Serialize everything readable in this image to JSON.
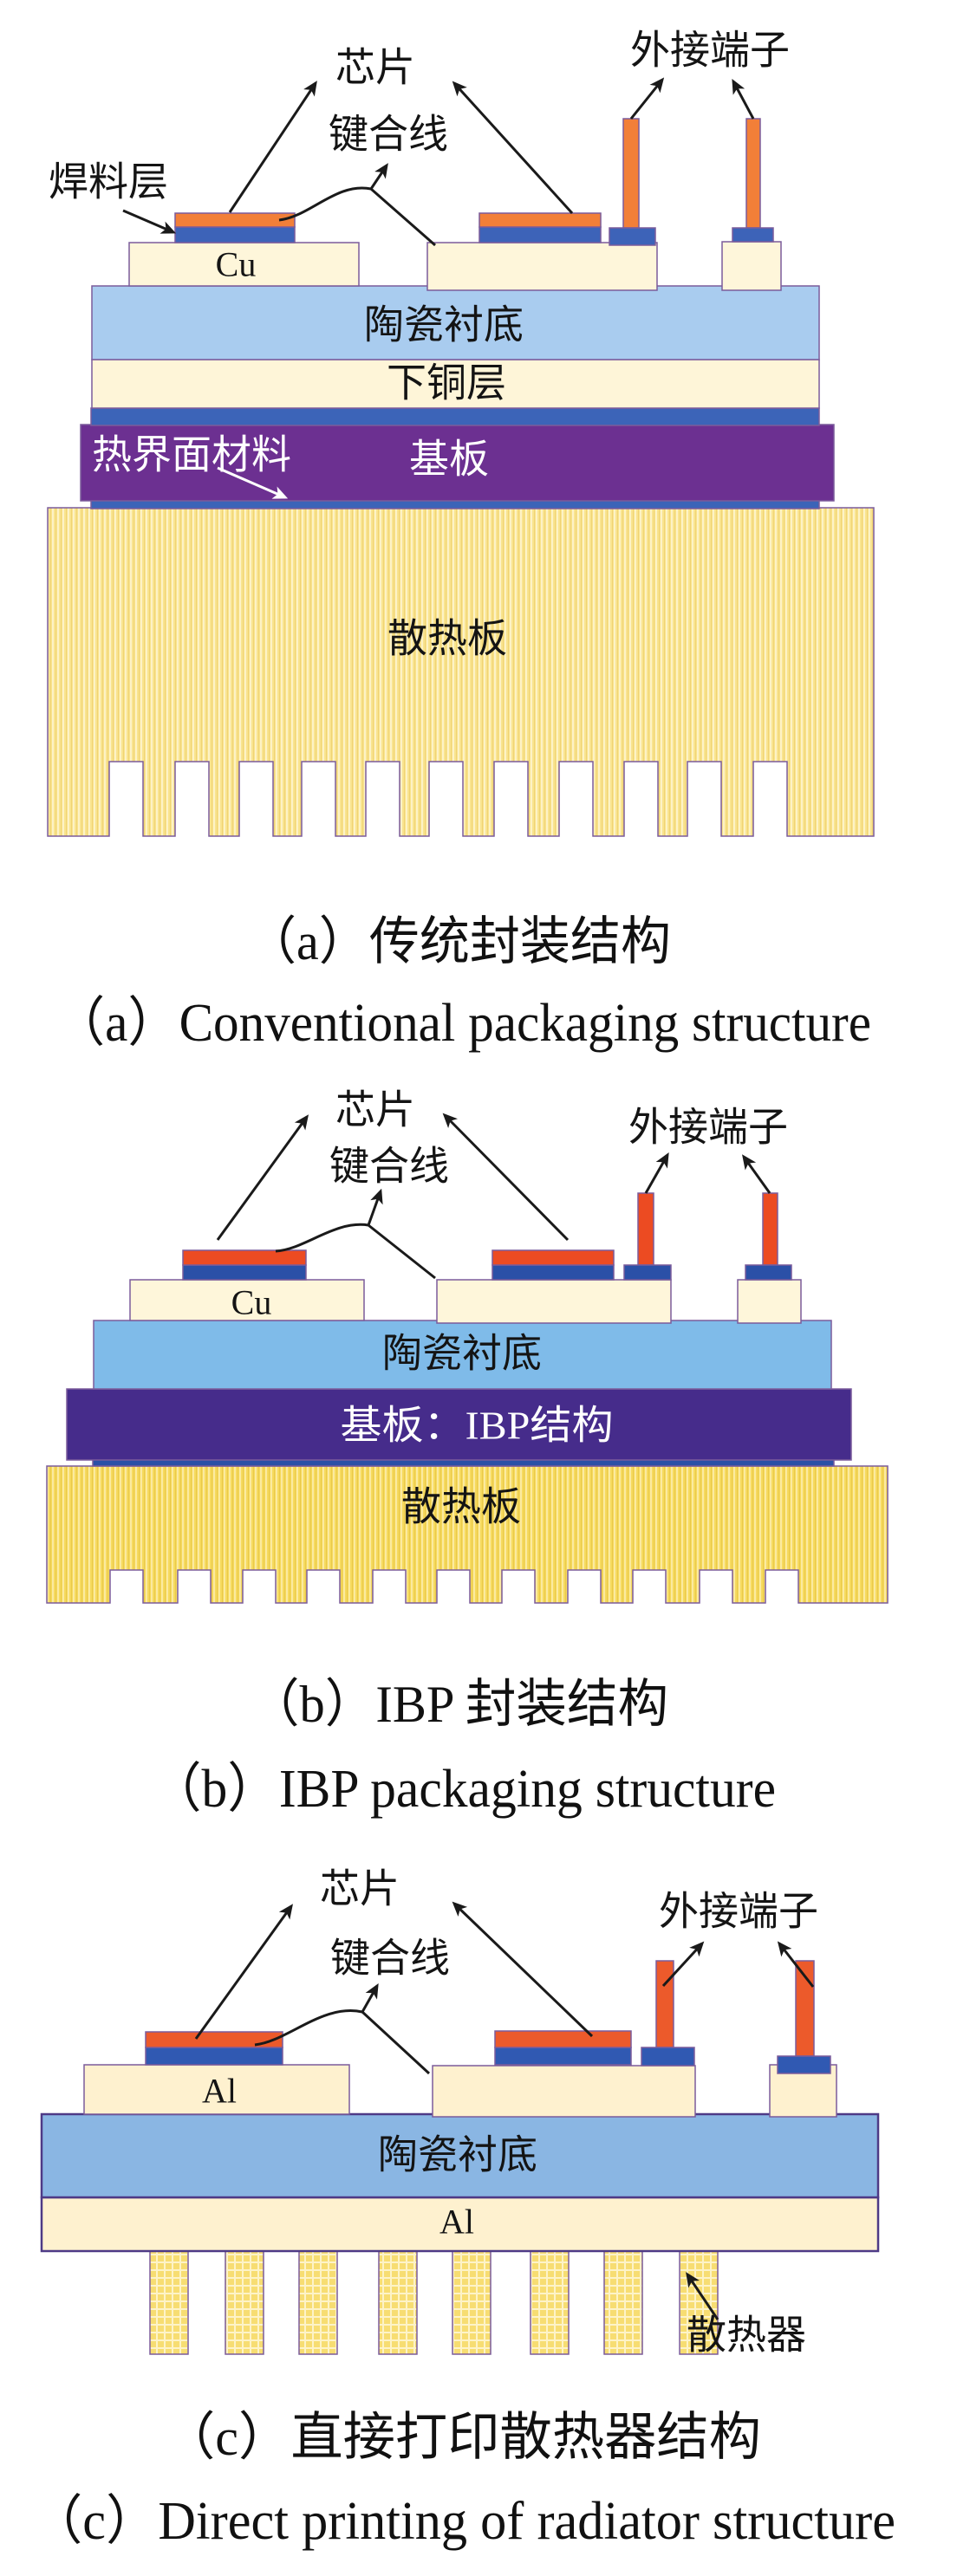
{
  "figure": {
    "panels": [
      {
        "id": "a",
        "labels": {
          "chip": "芯片",
          "bond_wire": "键合线",
          "terminal": "外接端子",
          "solder_layer": "焊料层",
          "pad": "Cu",
          "ceramic_substrate": "陶瓷衬底",
          "lower_copper_layer": "下铜层",
          "thermal_interface_material": "热界面材料",
          "baseplate": "基板",
          "heat_sink": "散热板"
        },
        "caption_zh": "（a）传统封装结构",
        "caption_en": "（a）Conventional packaging structure"
      },
      {
        "id": "b",
        "labels": {
          "chip": "芯片",
          "bond_wire": "键合线",
          "terminal": "外接端子",
          "pad": "Cu",
          "ceramic_substrate": "陶瓷衬底",
          "baseplate": "基板：IBP结构",
          "heat_sink": "散热板"
        },
        "caption_zh": "（b）IBP 封装结构",
        "caption_en": "（b）IBP packaging structure"
      },
      {
        "id": "c",
        "labels": {
          "chip": "芯片",
          "bond_wire": "键合线",
          "terminal": "外接端子",
          "pad": "Al",
          "ceramic_substrate": "陶瓷衬底",
          "bottom_metal_layer": "Al",
          "heat_sink": "散热器"
        },
        "caption_zh": "（c）直接打印散热器结构",
        "caption_en": "（c）Direct printing of radiator structure"
      }
    ]
  },
  "palette": {
    "chip_a": "#f27f38",
    "solder_a": "#3d63b8",
    "pad_cream": "#fef6da",
    "ceramic_a": "#a9ccef",
    "lower_copper_a": "#fef5d8",
    "blue_layer_a": "#3c64b8",
    "baseplate_a": "#6c3091",
    "heatsink_a": "#f9e48f",
    "heatsink_a_light": "#fdf2c6",
    "heatsink_a_dark": "#f0d374",
    "chip_b": "#ec4b22",
    "solder_b": "#2b50a7",
    "ceramic_b": "#7fbbe9",
    "baseplate_b": "#462c8b",
    "heatsink_b": "#f6da5e",
    "heatsink_b_light": "#fbeaa0",
    "heatsink_b_dark": "#e9c94a",
    "chip_c": "#ec5a2b",
    "solder_c": "#3059b2",
    "ceramic_c": "#8ab6e3",
    "al_c": "#fef1cf",
    "fin_c": "#f7dd72",
    "fin_c_light": "#fdf3c8",
    "arrow": "#1a1a1a"
  }
}
